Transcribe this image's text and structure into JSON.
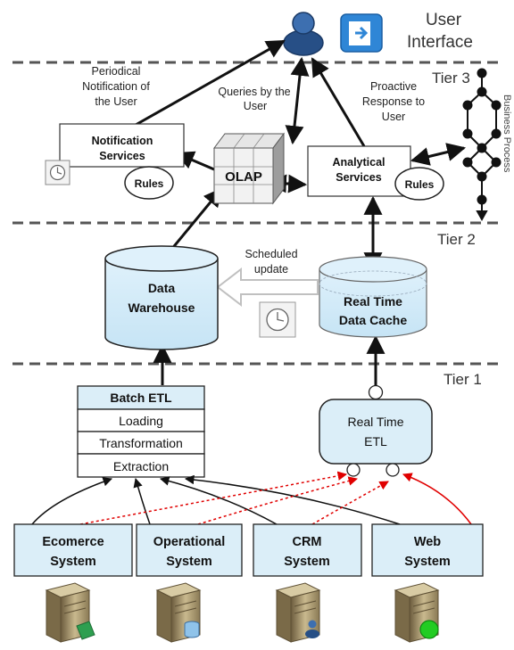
{
  "tiers": {
    "user_interface_line1": "User",
    "user_interface_line2": "Interface",
    "tier3": "Tier 3",
    "tier2": "Tier 2",
    "tier1": "Tier 1"
  },
  "labels": {
    "periodical_1": "Periodical",
    "periodical_2": "Notification of",
    "periodical_3": "the User",
    "queries_1": "Queries by the",
    "queries_2": "User",
    "proactive_1": "Proactive",
    "proactive_2": "Response to",
    "proactive_3": "User",
    "business_process": "Business Process",
    "scheduled_1": "Scheduled",
    "scheduled_2": "update"
  },
  "boxes": {
    "notification_1": "Notification",
    "notification_2": "Services",
    "rules": "Rules",
    "olap": "OLAP",
    "analytical_1": "Analytical",
    "analytical_2": "Services",
    "dw_1": "Data",
    "dw_2": "Warehouse",
    "rt_cache_1": "Real Time",
    "rt_cache_2": "Data Cache",
    "batch_etl": "Batch ETL",
    "loading": "Loading",
    "transformation": "Transformation",
    "extraction": "Extraction",
    "rt_etl_1": "Real Time",
    "rt_etl_2": "ETL"
  },
  "systems": [
    {
      "line1": "Ecomerce",
      "line2": "System"
    },
    {
      "line1": "Operational",
      "line2": "System"
    },
    {
      "line1": "CRM",
      "line2": "System"
    },
    {
      "line1": "Web",
      "line2": "System"
    }
  ],
  "colors": {
    "box_fill": "#dbeef8",
    "arrow": "#111111",
    "red_arrow": "#e00000",
    "tier_line": "#555555"
  }
}
